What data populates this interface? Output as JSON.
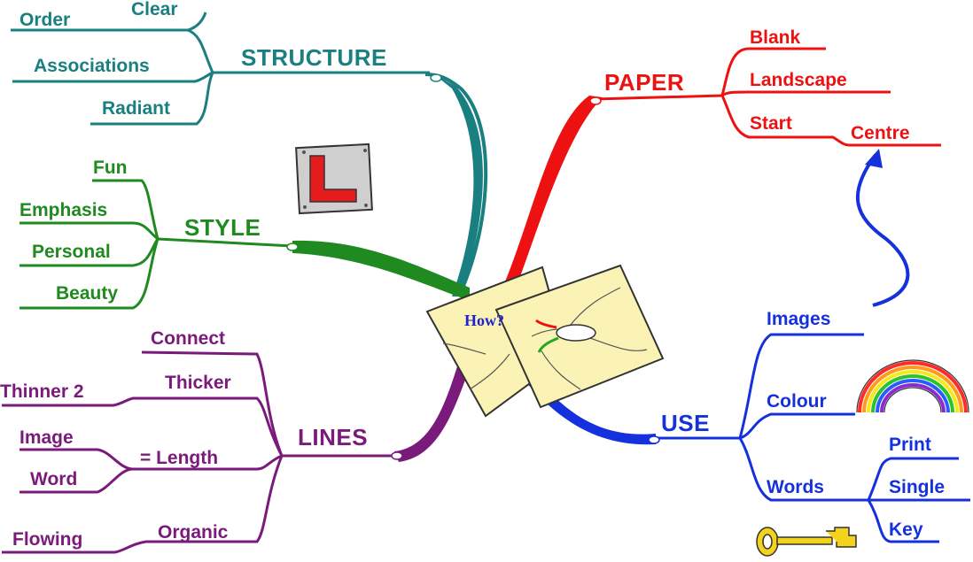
{
  "center_label": "How?",
  "branches": {
    "structure": {
      "title": "STRUCTURE",
      "order": "Order",
      "clear": "Clear",
      "associations": "Associations",
      "radiant": "Radiant"
    },
    "style": {
      "title": "STYLE",
      "fun": "Fun",
      "emphasis": "Emphasis",
      "personal": "Personal",
      "beauty": "Beauty"
    },
    "paper": {
      "title": "PAPER",
      "blank": "Blank",
      "landscape": "Landscape",
      "start": "Start",
      "centre": "Centre"
    },
    "lines": {
      "title": "LINES",
      "connect": "Connect",
      "thicker": "Thicker",
      "thinner": "Thinner 2",
      "length": "= Length",
      "image": "Image",
      "word": "Word",
      "organic": "Organic",
      "flowing": "Flowing"
    },
    "use": {
      "title": "USE",
      "images": "Images",
      "colour": "Colour",
      "words": "Words",
      "print": "Print",
      "single": "Single",
      "key": "Key"
    }
  },
  "colors": {
    "structure": "#1a7f80",
    "style": "#1f8a1f",
    "paper": "#ee1111",
    "lines": "#7a1a7a",
    "use": "#1530dd"
  },
  "icons": [
    "l-plate-icon",
    "map-paper-icon",
    "rainbow-icon",
    "key-icon",
    "curved-arrow-icon"
  ]
}
